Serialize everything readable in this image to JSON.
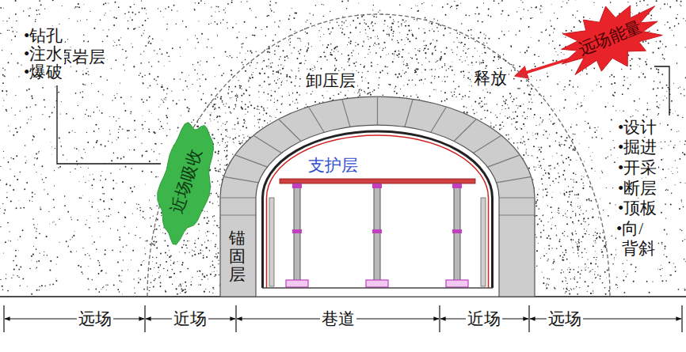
{
  "diagram": {
    "nodes": [
      {
        "text": [
          "原岩层"
        ]
      },
      {
        "text": [
          "卸压层"
        ],
        "in": 0
      },
      {
        "text": [
          "远场能量"
        ],
        "in": 0
      },
      {
        "text": [
          "近场吸收"
        ],
        "in": 1
      },
      {
        "text": [
          "锚固层"
        ],
        "in": 1
      },
      {
        "text": [
          "支护层"
        ],
        "in": 4
      }
    ],
    "edges": [
      {
        "from": 2,
        "to": 1,
        "label": "释放",
        "arrow": "to"
      }
    ],
    "labels": [
      "•钻孔",
      "•注水",
      "•爆破",
      "•设计",
      "•掘进",
      "•开采",
      "•断层",
      "•顶板",
      "•向/背斜",
      "远场",
      "近场",
      "巷道",
      "近场",
      "远场"
    ]
  }
}
